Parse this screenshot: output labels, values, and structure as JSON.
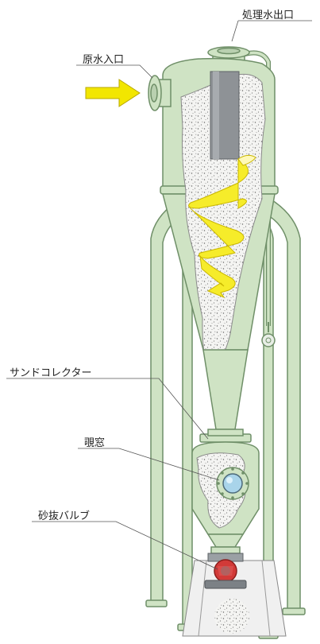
{
  "labels": {
    "outlet": "処理水出口",
    "inlet": "原水入口",
    "sand_collector": "サンドコレクター",
    "sight_window": "覗窓",
    "sand_valve": "砂抜バルブ"
  },
  "colors": {
    "vessel": "#cfe3c4",
    "vessel_outline": "#6f8f68",
    "spiral": "#f6ec2a",
    "arrow": "#f2e600",
    "pipe_core": "#8e9296",
    "valve": "#d23a38"
  }
}
